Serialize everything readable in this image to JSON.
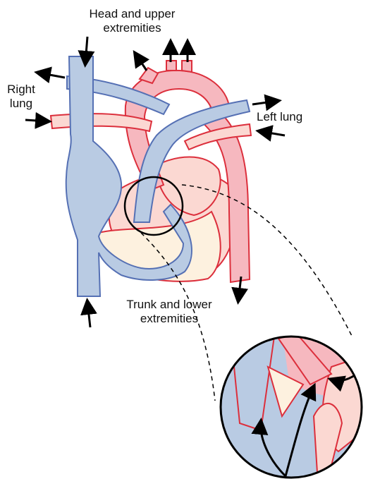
{
  "labels": {
    "head_line1": "Head and upper",
    "head_line2": "extremities",
    "right_line1": "Right",
    "right_line2": "lung",
    "left_lung": "Left lung",
    "trunk_line1": "Trunk and lower",
    "trunk_line2": "extremities"
  },
  "colors": {
    "venous_fill": "#b9cbe3",
    "venous_stroke": "#5570b4",
    "arterial_fill": "#f6b8bf",
    "arterial_light": "#fbd8d2",
    "arterial_stroke": "#dc2f3c",
    "chamber_fill": "#fdf1df",
    "arrow": "#000000"
  },
  "icons": {
    "inset": "magnified-foramen-ovale-view",
    "flow": "blood-flow-arrow"
  }
}
